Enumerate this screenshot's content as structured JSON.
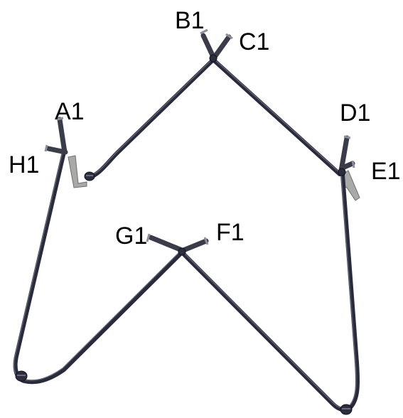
{
  "labels": {
    "a1": "A1",
    "b1": "B1",
    "c1": "C1",
    "d1": "D1",
    "e1": "E1",
    "f1": "F1",
    "g1": "G1",
    "h1": "H1"
  },
  "colors": {
    "tube": "#2a2b3a",
    "bracket": "#a9aaa7",
    "label": "#000000",
    "background": "#ffffff"
  }
}
